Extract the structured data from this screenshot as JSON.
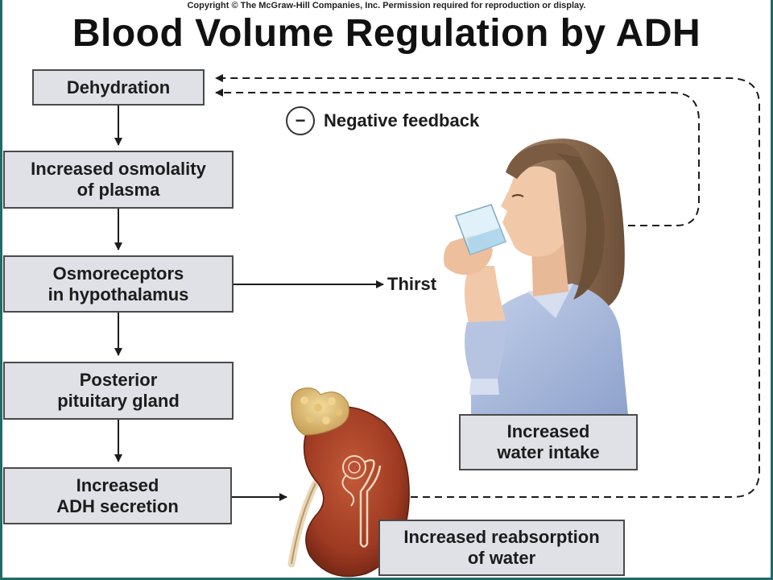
{
  "header": {
    "copyright": "Copyright © The McGraw-Hill Companies, Inc. Permission required for reproduction or display.",
    "title": "Blood Volume Regulation by ADH"
  },
  "boxes": {
    "dehydration": {
      "lines": [
        "Dehydration"
      ]
    },
    "osmolality": {
      "lines": [
        "Increased osmolality",
        "of plasma"
      ]
    },
    "osmoreceptors": {
      "lines": [
        "Osmoreceptors",
        "in hypothalamus"
      ]
    },
    "pituitary": {
      "lines": [
        "Posterior",
        "pituitary gland"
      ]
    },
    "adh": {
      "lines": [
        "Increased",
        "ADH secretion"
      ]
    },
    "water_intake": {
      "lines": [
        "Increased",
        "water intake"
      ]
    },
    "reabsorption": {
      "lines": [
        "Increased reabsorption",
        "of water"
      ]
    }
  },
  "labels": {
    "negative_feedback": "Negative feedback",
    "minus_symbol": "−",
    "thirst": "Thirst"
  },
  "colors": {
    "box_fill": "#dfe1e6",
    "box_border": "#4a4a4a",
    "kidney": "#9e3a22",
    "adrenal": "#e2c27a",
    "hair": "#8a6a4e",
    "shirt": "#a9b9db",
    "skin": "#f1c9a8",
    "frame": "#1f6a6a"
  }
}
